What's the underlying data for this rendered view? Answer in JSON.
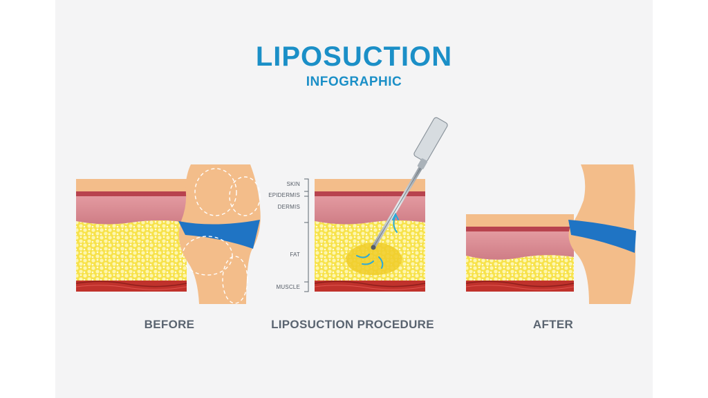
{
  "header": {
    "title": "LIPOSUCTION",
    "subtitle": "INFOGRAPHIC"
  },
  "panels": {
    "before": "BEFORE",
    "procedure": "LIPOSUCTION PROCEDURE",
    "after": "AFTER"
  },
  "layers": {
    "skin": "SKIN",
    "epidermis": "EPIDERMIS",
    "dermis": "DERMIS",
    "fat": "FAT",
    "muscle": "MUSCLE"
  },
  "colors": {
    "accent": "#1b8fc7",
    "skin": "#f3bd8a",
    "dermis": "#d9878f",
    "fat": "#f7e24a",
    "muscle": "#c0322c",
    "band": "#1f74c4",
    "caption": "#5a6470"
  }
}
